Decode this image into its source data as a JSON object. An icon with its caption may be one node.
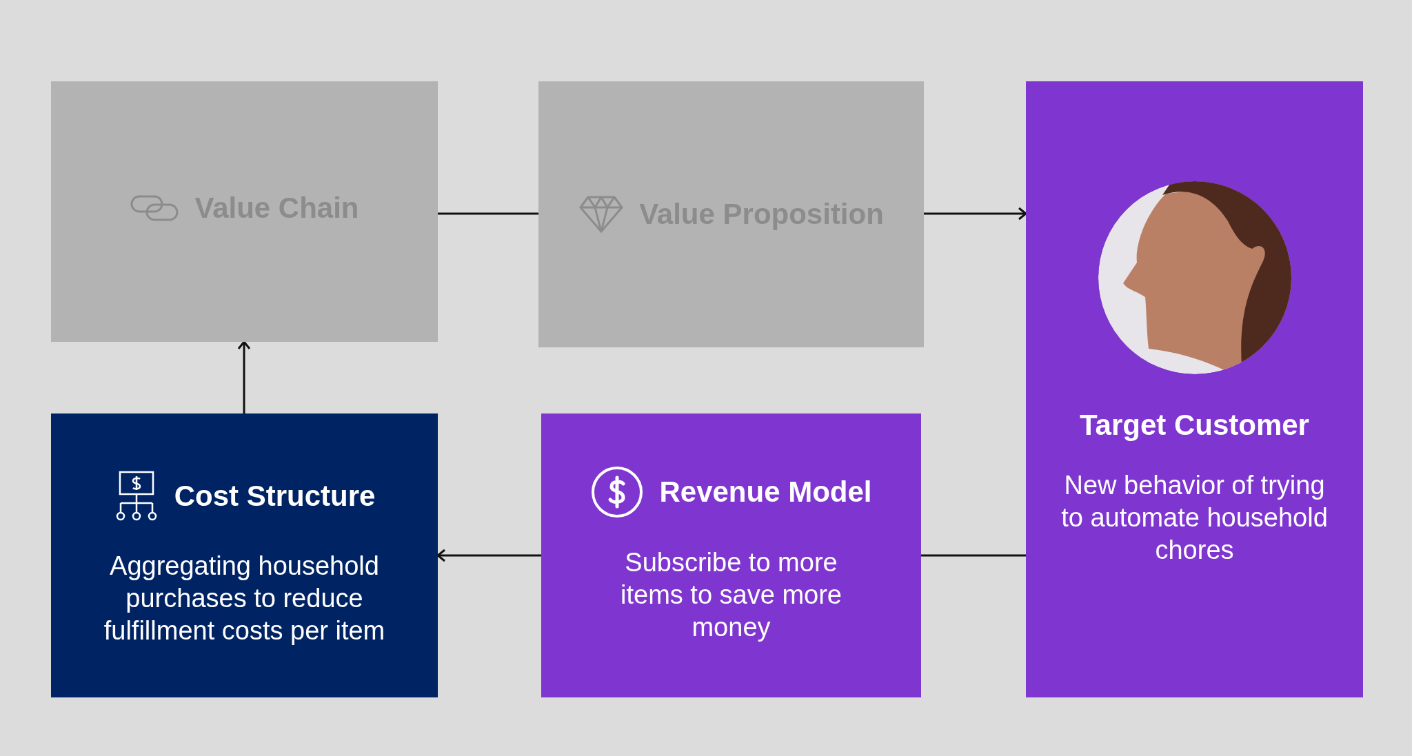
{
  "diagram": {
    "nodes": [
      {
        "text": [
          "Value Chain"
        ]
      },
      {
        "text": [
          "Value Proposition"
        ]
      },
      {
        "text": [
          "Target Customer",
          "New behavior of trying to automate household chores"
        ]
      },
      {
        "text": [
          "Cost Structure",
          "Aggregating household purchases to reduce fulfillment costs per item"
        ]
      },
      {
        "text": [
          "Revenue Model",
          "Subscribe to more items to save more money"
        ]
      }
    ],
    "edges": [
      {
        "from": 0,
        "to": 1,
        "arrow": "none"
      },
      {
        "from": 1,
        "to": 2,
        "arrow": "to"
      },
      {
        "from": 2,
        "to": 4,
        "arrow": "none"
      },
      {
        "from": 4,
        "to": 3,
        "arrow": "to"
      },
      {
        "from": 3,
        "to": 0,
        "arrow": "to"
      }
    ]
  }
}
